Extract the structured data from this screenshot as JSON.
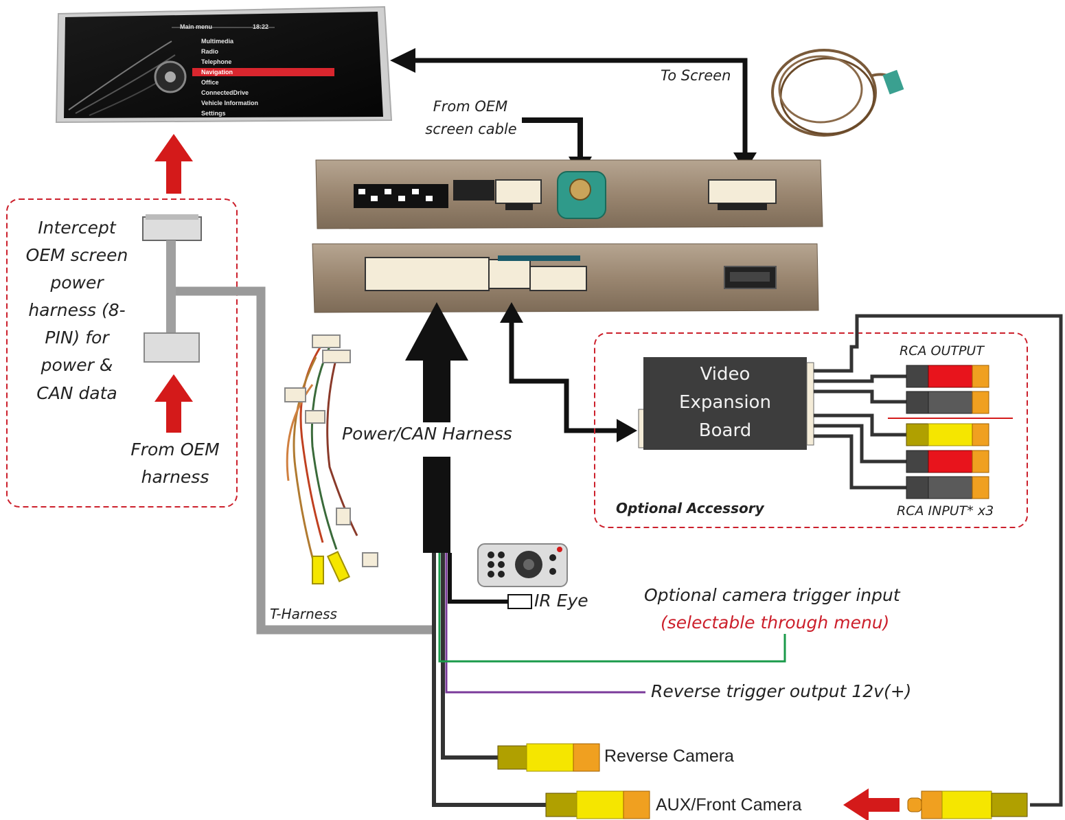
{
  "screen": {
    "title": "Main menu",
    "time": "18:22",
    "items": [
      "Multimedia",
      "Radio",
      "Telephone",
      "Navigation",
      "Office",
      "ConnectedDrive",
      "Vehicle Information",
      "Settings"
    ],
    "selected_index": 3
  },
  "labels": {
    "to_screen": "To Screen",
    "from_oem_cable_line1": "From OEM",
    "from_oem_cable_line2": "screen cable",
    "intercept_lines": [
      "Intercept",
      "OEM screen",
      "power",
      "harness (8-",
      "PIN) for",
      "power &",
      "CAN data"
    ],
    "from_oem_harness_line1": "From OEM",
    "from_oem_harness_line2": "harness",
    "power_can": "Power/CAN Harness",
    "t_harness": "T-Harness",
    "ir_eye": "IR Eye",
    "veb_lines": [
      "Video",
      "Expansion",
      "Board"
    ],
    "rca_output": "RCA OUTPUT",
    "rca_input": "RCA INPUT* x3",
    "optional_accessory": "Optional Accessory",
    "camera_trigger_line1": "Optional camera trigger input",
    "camera_trigger_line2": "(selectable through menu)",
    "reverse_trigger": "Reverse trigger output 12v(+)",
    "reverse_camera": "Reverse Camera",
    "aux_front_camera": "AUX/Front Camera"
  },
  "colors": {
    "callout_red": "#cc1f2b",
    "box_brown": "#9a8670",
    "veb_body": "#3d3d3d",
    "rca_yellow": "#f5e600",
    "rca_red": "#e8141c",
    "rca_orange": "#f0a020",
    "wire_grey": "#9a9a9a",
    "wire_green": "#1a9a4a",
    "wire_purple": "#7a3a9a",
    "wire_black": "#111111"
  }
}
